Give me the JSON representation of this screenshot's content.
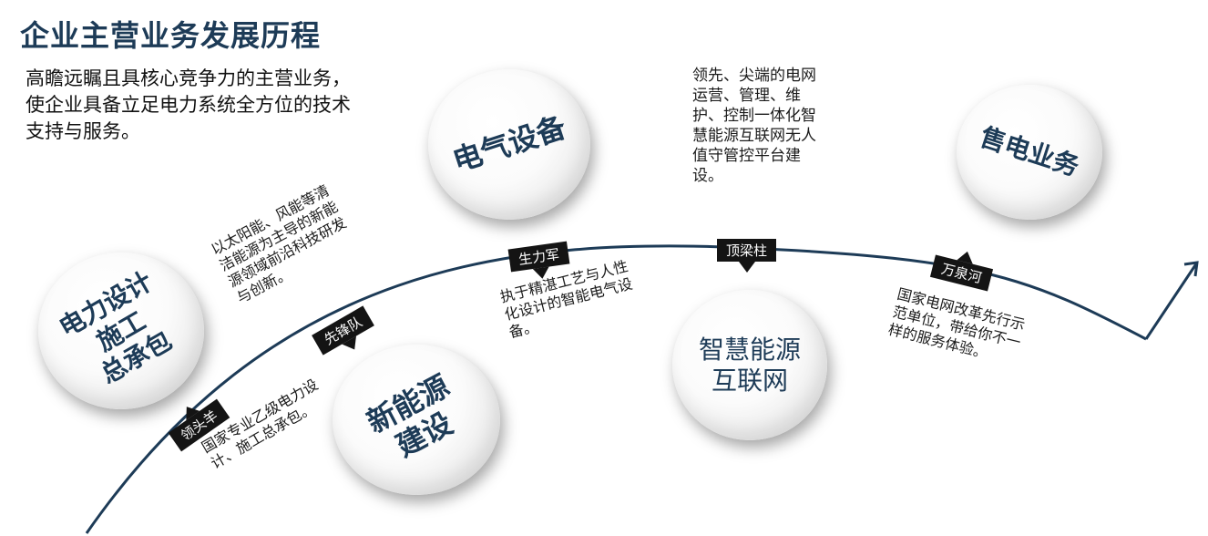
{
  "title": "企业主营业务发展历程",
  "intro": "高瞻远瞩且具核心竞争力的主营业务，使企业具备立足电力系统全方位的技术支持与服务。",
  "bubbles": {
    "b1": "电力设计\n施工\n总承包",
    "b2": "新能源\n建设",
    "b3": "电气设备",
    "b4": "智慧能源\n互联网",
    "b5": "售电业务"
  },
  "badges": {
    "t1": "领头羊",
    "t2": "先锋队",
    "t3": "生力军",
    "t4": "顶梁柱",
    "t5": "万泉河"
  },
  "descs": {
    "d1": "国家专业乙级电力设计、施工总承包。",
    "d2": "以太阳能、风能等清洁能源为主导的新能源领域前沿科技研发与创新。",
    "d3": "执于精湛工艺与人性化设计的智能电气设备。",
    "d4": "领先、尖端的电网运营、管理、维护、控制一体化智慧能源互联网无人值守管控平台建设。",
    "d5": "国家电网改革先行示范单位，带给你不一样的服务体验。"
  },
  "colors": {
    "accent": "#1d3b57",
    "badge": "#141414"
  }
}
